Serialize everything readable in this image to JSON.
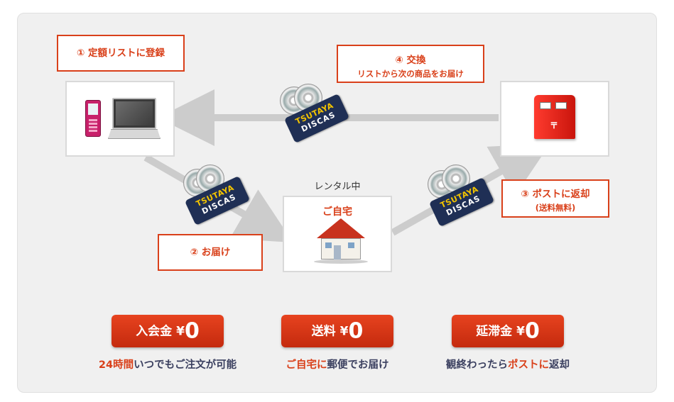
{
  "callouts": {
    "register": "① 定額リストに登録",
    "exchange_title": "④ 交換",
    "exchange_sub": "リストから次の商品をお届け",
    "return_title": "③ ポストに返却",
    "return_sub": "(送料無料)",
    "deliver": "② お届け"
  },
  "home": {
    "rental_label": "レンタル中",
    "title": "ご自宅"
  },
  "brand": {
    "line1": "TSUTAYA",
    "line2": "DISCAS"
  },
  "mailbox_mark": "〒",
  "fees": [
    {
      "label": "入会金 ¥",
      "value": "0"
    },
    {
      "label": "送料 ¥",
      "value": "0"
    },
    {
      "label": "延滞金 ¥",
      "value": "0"
    }
  ],
  "captions": {
    "c1_hl": "24時間",
    "c1_rest": "いつでもご注文が可能",
    "c2_hl": "ご自宅に",
    "c2_rest": "郵便でお届け",
    "c3_pre": "観終わったら",
    "c3_hl": "ポストに",
    "c3_post": "返却"
  },
  "colors": {
    "accent": "#d9401a",
    "navy": "#1f2f55",
    "arrow": "#cccccc"
  }
}
